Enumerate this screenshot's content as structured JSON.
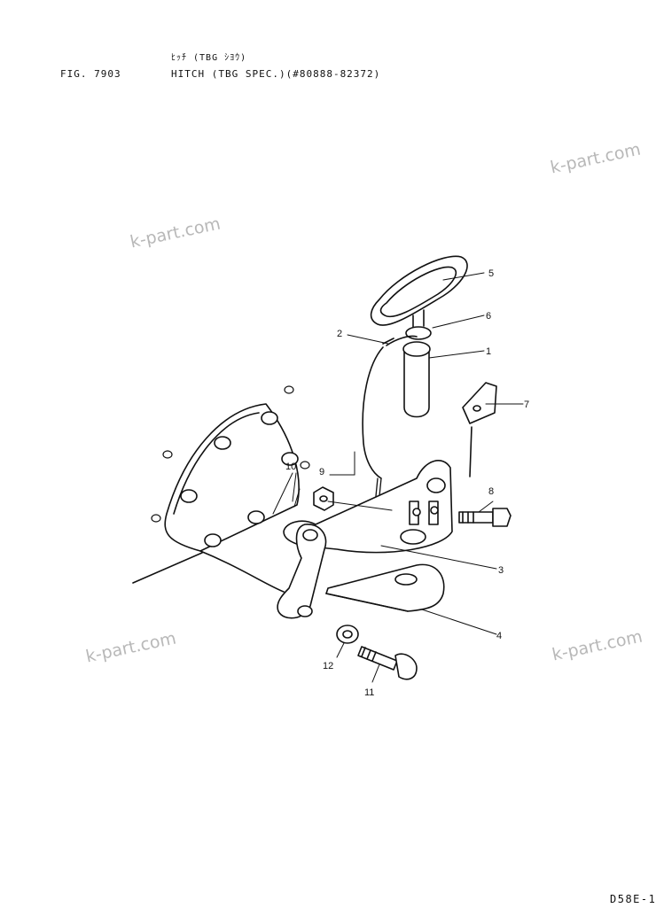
{
  "header": {
    "figure_number": "FIG. 7903",
    "title_japanese": "ﾋｯﾁ (TBG ｼﾖｳ)",
    "title_english": "HITCH (TBG SPEC.)(#80888-82372)"
  },
  "watermark": "k-part.com",
  "page_code": "D58E-1",
  "callouts": [
    "1",
    "2",
    "3",
    "4",
    "5",
    "6",
    "7",
    "8",
    "9",
    "10",
    "11",
    "12"
  ]
}
